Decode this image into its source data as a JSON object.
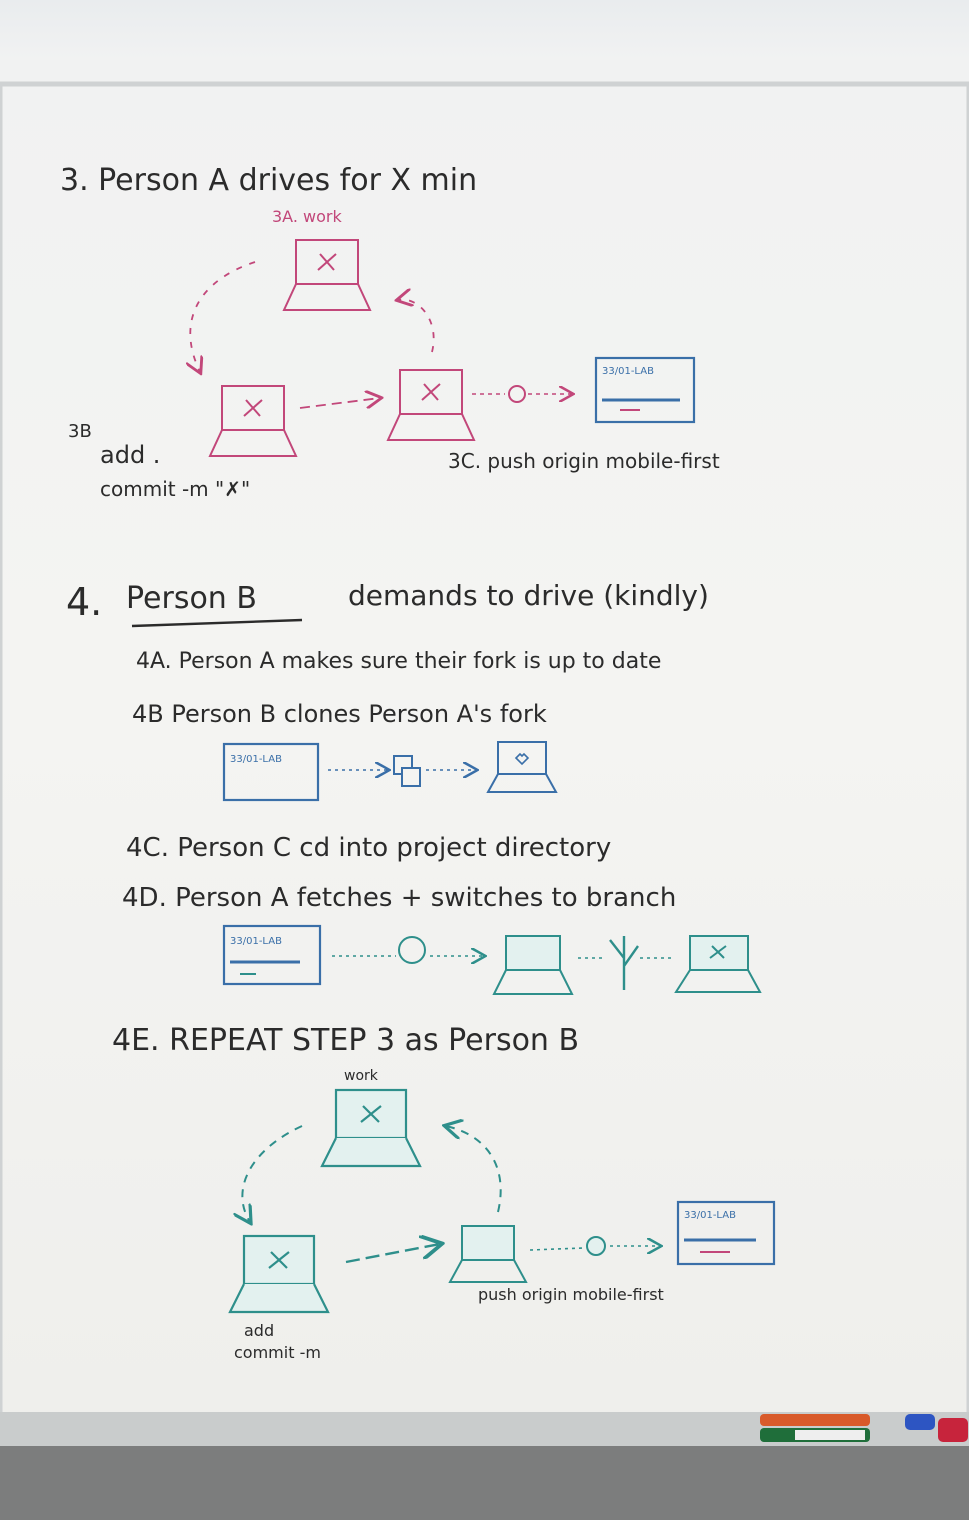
{
  "section3": {
    "heading": "3. Person A drives for X min",
    "label_3a": "3A. work",
    "label_3b": "3B",
    "cmd_add": "add .",
    "cmd_commit": "commit -m \"✗\"",
    "label_3c": "3C. push origin mobile-first",
    "repo_label": "33/01-LAB"
  },
  "section4": {
    "heading_num": "4.",
    "heading_who": "Person B",
    "heading_rest": "demands to drive (kindly)",
    "step_4a": "4A. Person A makes sure their fork is up to date",
    "step_4b": "4B Person B clones Person A's fork",
    "repo_label_4b": "33/01-LAB",
    "step_4c": "4C. Person C cd into project directory",
    "step_4d": "4D. Person A fetches + switches to branch",
    "repo_label_4d": "33/01-LAB",
    "step_4e": "4E. REPEAT STEP 3 as Person B",
    "label_work": "work",
    "cmd_add_b": "add",
    "cmd_commit_b": "commit -m",
    "label_push_b": "push origin mobile-first",
    "repo_label_4e": "33/01-LAB"
  },
  "colors": {
    "pink": "#c2477a",
    "blue": "#3a6fa8",
    "green": "#2e8f8b",
    "ink": "#2b2b2b",
    "frame": "#cfd2d3"
  }
}
